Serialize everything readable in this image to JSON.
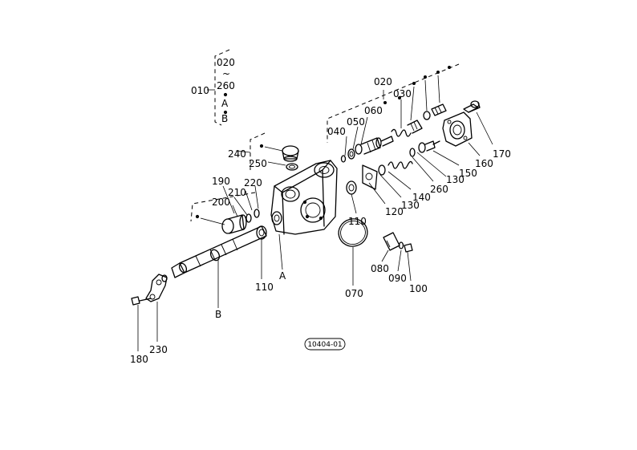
{
  "legend": {
    "group": "010",
    "top": "020",
    "range_mark": "~",
    "end": "260",
    "items": [
      "A",
      "B"
    ]
  },
  "labels": {
    "p020": "020",
    "p030": "030",
    "p040": "040",
    "p050": "050",
    "p060": "060",
    "p070": "070",
    "p080": "080",
    "p090": "090",
    "p100": "100",
    "p110a": "110",
    "p110b": "110",
    "p120": "120",
    "p130a": "130",
    "p130b": "130",
    "p140": "140",
    "p150": "150",
    "p160": "160",
    "p170": "170",
    "p180": "180",
    "p190": "190",
    "p200": "200",
    "p210": "210",
    "p220": "220",
    "p230": "230",
    "p240": "240",
    "p250": "250",
    "p260": "260",
    "markA": "A",
    "markB": "B"
  },
  "reference_code": "10404-01"
}
